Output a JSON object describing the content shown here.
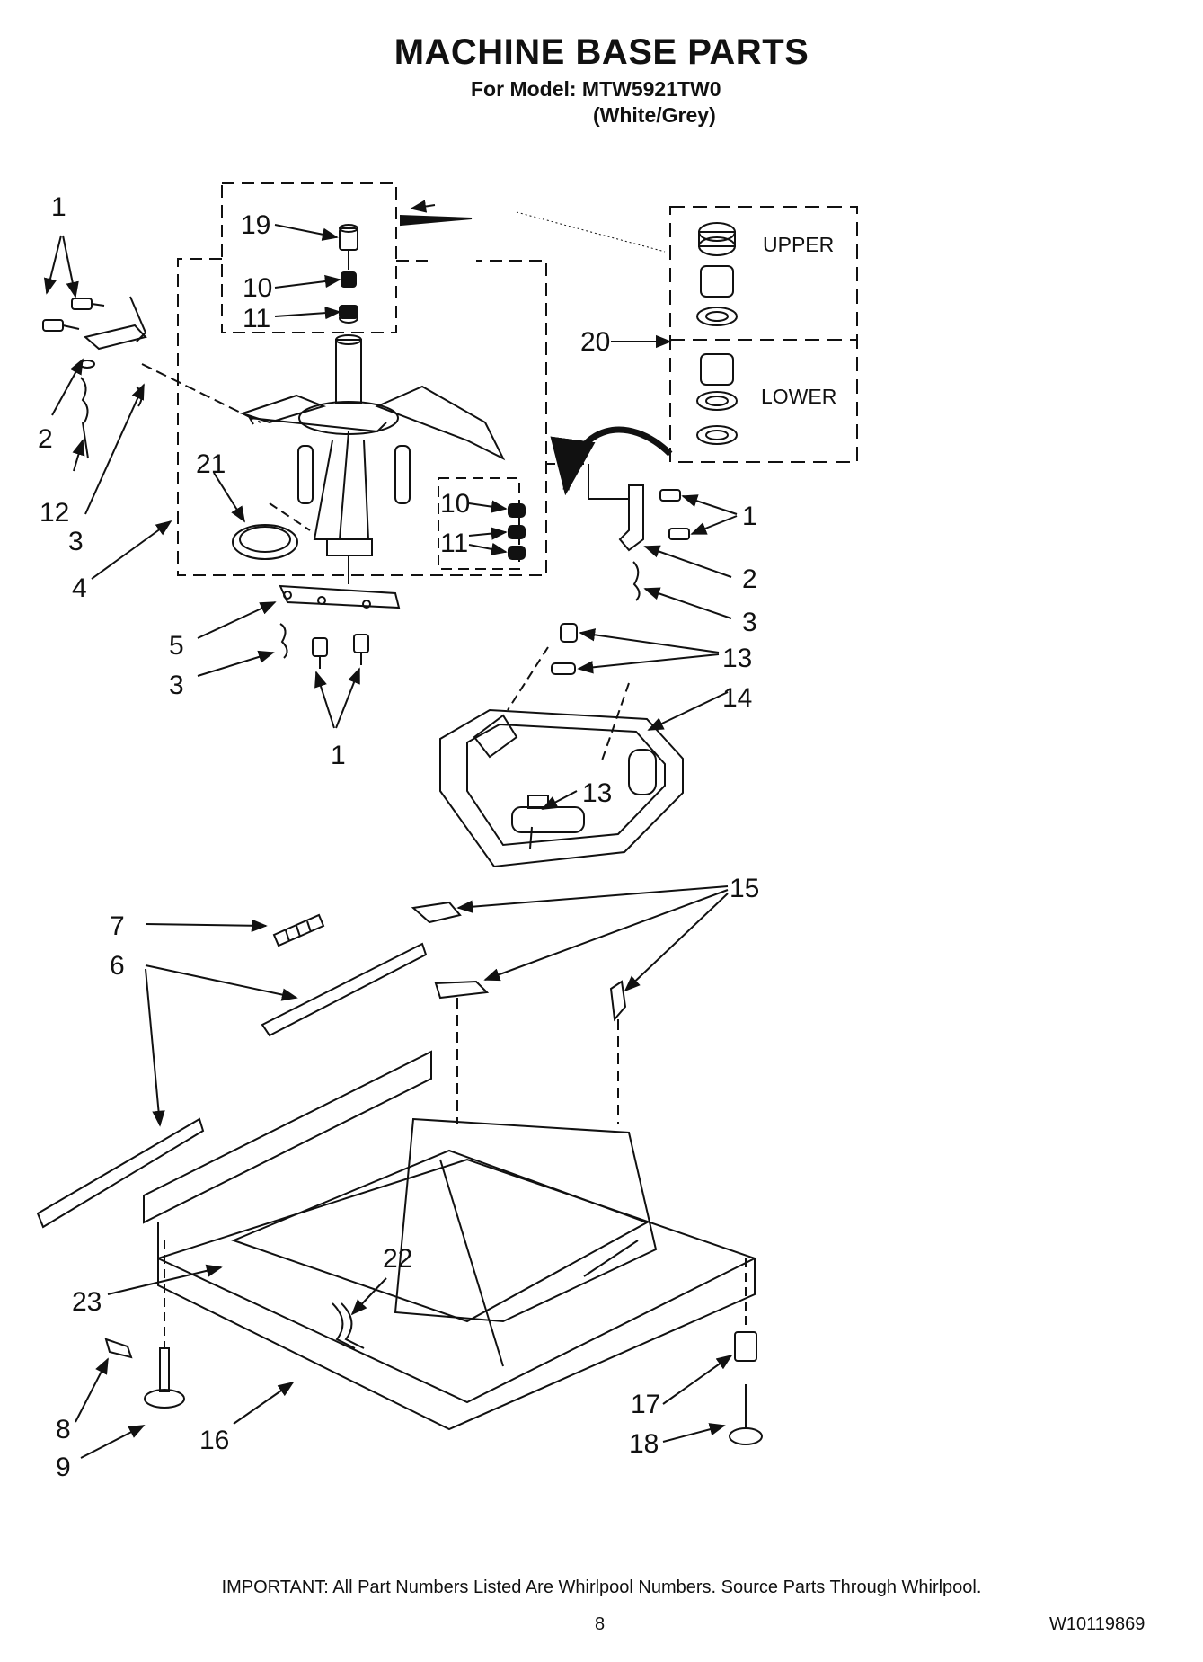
{
  "header": {
    "title": "MACHINE BASE PARTS",
    "model_line": "For Model: MTW5921TW0",
    "color_line": "(White/Grey)"
  },
  "diagram": {
    "upper_label": "UPPER",
    "lower_label": "LOWER",
    "callouts": [
      "1",
      "2",
      "12",
      "3",
      "4",
      "21",
      "19",
      "10",
      "11",
      "20",
      "10",
      "11",
      "1",
      "2",
      "3",
      "5",
      "3",
      "1",
      "13",
      "14",
      "13",
      "7",
      "6",
      "15",
      "23",
      "22",
      "8",
      "9",
      "16",
      "17",
      "18"
    ]
  },
  "footer": {
    "note": "IMPORTANT: All Part Numbers Listed Are Whirlpool Numbers. Source Parts Through Whirlpool.",
    "page_number": "8",
    "document_number": "W10119869"
  }
}
